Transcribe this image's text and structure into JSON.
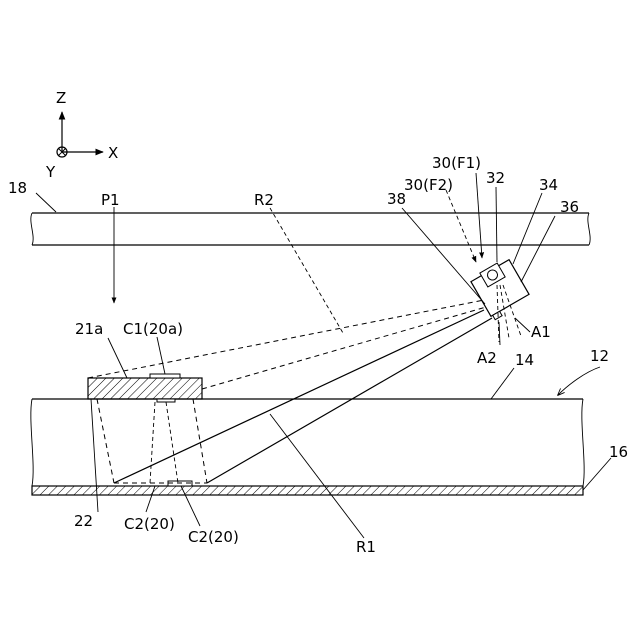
{
  "axes": {
    "z": "Z",
    "x": "X",
    "y": "Y"
  },
  "labels": {
    "l18": "18",
    "lp1": "P1",
    "lr2": "R2",
    "l30f1": "30(F1)",
    "l30f2": "30(F2)",
    "l32": "32",
    "l34": "34",
    "l36": "36",
    "l38": "38",
    "l21a": "21a",
    "lc1": "C1(20a)",
    "la1": "A1",
    "la2": "A2",
    "l14": "14",
    "l12": "12",
    "l16": "16",
    "l22": "22",
    "lc2a": "C2(20)",
    "lc2b": "C2(20)",
    "lr1": "R1"
  }
}
